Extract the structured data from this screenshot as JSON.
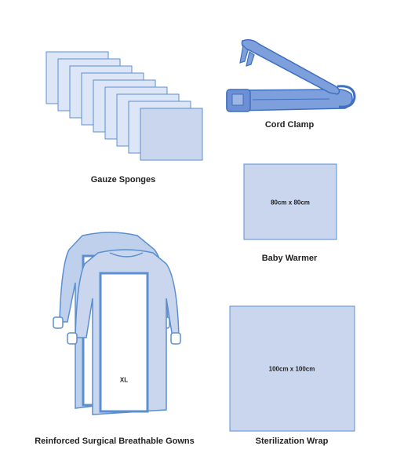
{
  "items": {
    "gauze": {
      "caption": "Gauze Sponges"
    },
    "cord_clamp": {
      "caption": "Cord Clamp"
    },
    "baby_warmer": {
      "caption": "Baby Warmer",
      "size_label": "80cm x 80cm"
    },
    "gowns": {
      "caption": "Reinforced Surgical Breathable Gowns",
      "size_label": "XL"
    },
    "sterilization_wrap": {
      "caption": "Sterilization Wrap",
      "size_label": "100cm x 100cm"
    }
  },
  "colors": {
    "fill": "#c9d6ee",
    "fill_light": "#dde6f6",
    "stroke": "#5b8fd0",
    "clamp_fill": "#7d9fdc",
    "clamp_stroke": "#3f6fc0",
    "text": "#222222"
  }
}
